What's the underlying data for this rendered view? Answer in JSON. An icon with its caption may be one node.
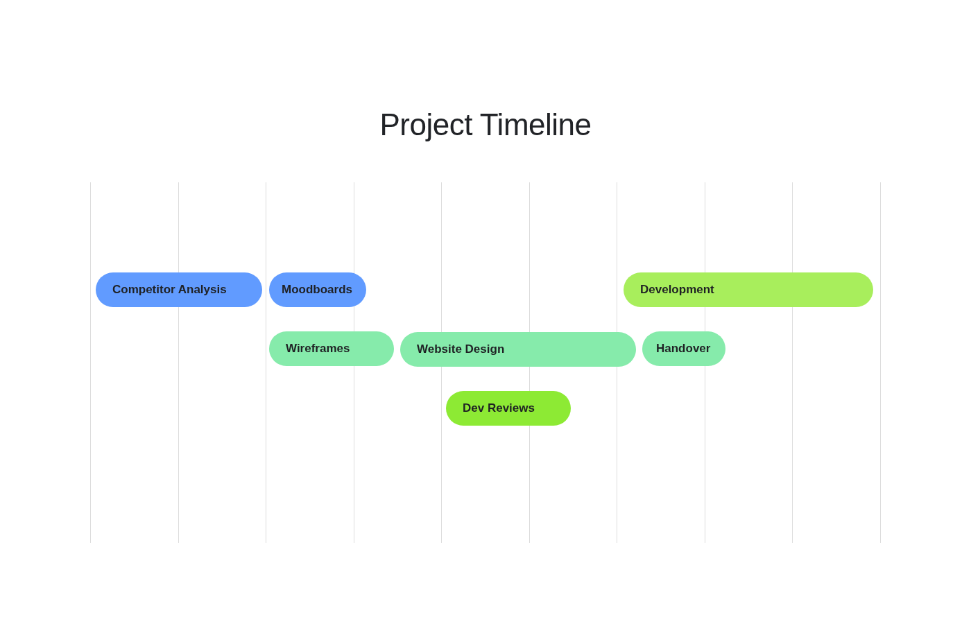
{
  "diagram": {
    "title": "Project Timeline",
    "nodes": [
      {
        "text": [
          "Competitor Analysis"
        ]
      },
      {
        "text": [
          "Moodboards"
        ]
      },
      {
        "text": [
          "Development"
        ]
      },
      {
        "text": [
          "Wireframes"
        ]
      },
      {
        "text": [
          "Website Design"
        ]
      },
      {
        "text": [
          "Handover"
        ]
      },
      {
        "text": [
          "Dev Reviews"
        ]
      }
    ]
  }
}
